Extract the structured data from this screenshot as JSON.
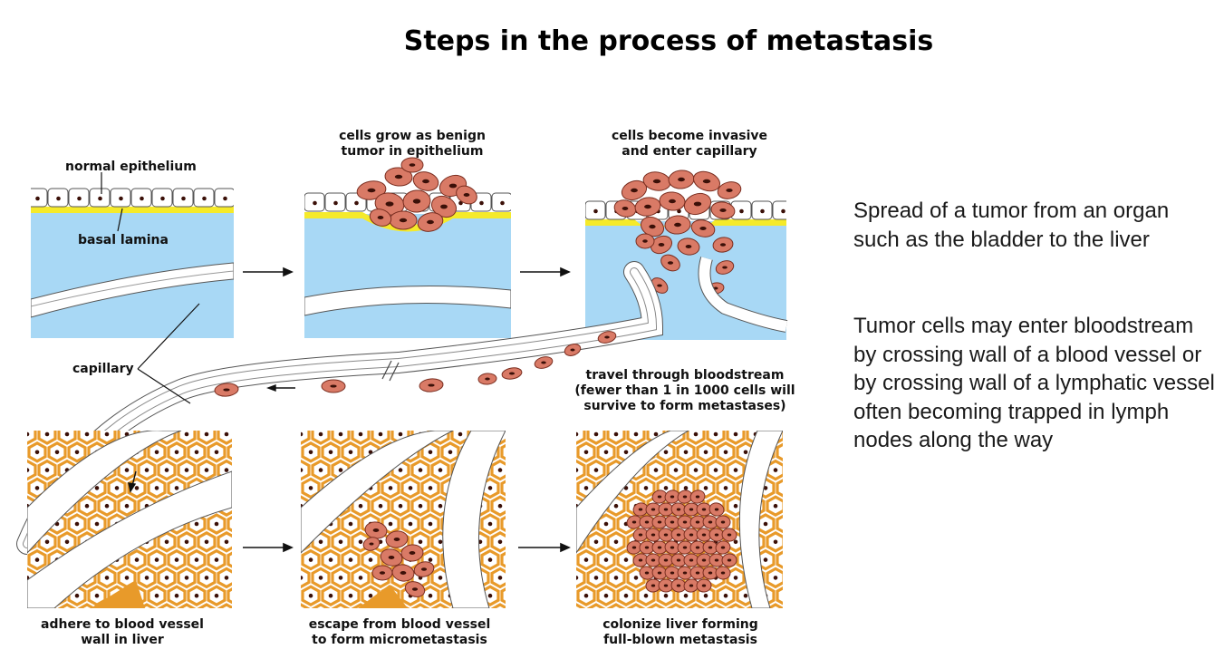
{
  "title": "Steps in the process of metastasis",
  "labels": {
    "normal_epithelium": "normal epithelium",
    "basal_lamina": "basal lamina",
    "capillary": "capillary",
    "benign_tumor": "cells grow as benign\ntumor in epithelium",
    "invasive": "cells become invasive\nand enter capillary",
    "travel": "travel through bloodstream\n(fewer than 1 in 1000 cells will\nsurvive to form metastases)",
    "adhere": "adhere to blood vessel\nwall in liver",
    "escape": "escape from blood vessel\nto form micrometastasis",
    "colonize": "colonize liver forming\nfull-blown metastasis"
  },
  "side_text": {
    "paragraph1": "Spread of a tumor from an organ such as the bladder to the liver",
    "paragraph2": "Tumor cells may enter bloodstream by crossing wall of a blood vessel or by crossing wall of a lymphatic vessel often becoming trapped in lymph nodes along the way"
  },
  "colors": {
    "tissue_blue": "#a8d8f5",
    "basal_yellow": "#f5ea2a",
    "tumor_cell": "#d97a66",
    "tumor_outline": "#7a2e20",
    "liver_orange": "#e89a2a",
    "nucleus": "#3b1008"
  }
}
